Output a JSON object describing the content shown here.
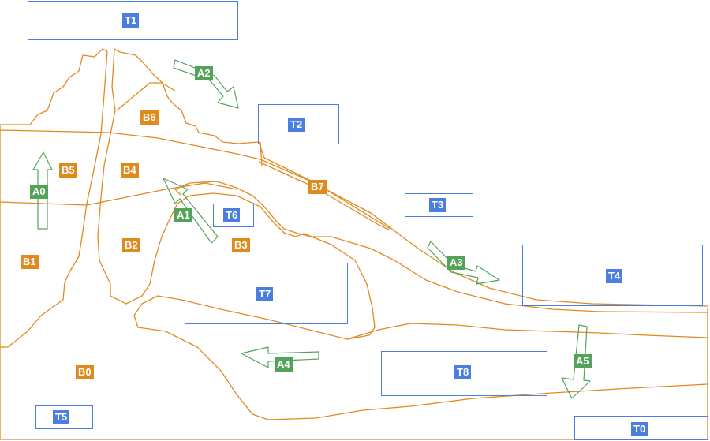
{
  "colors": {
    "region_line": "#e08a1e",
    "text_box": "#4a7fe0",
    "arrow": "#54a35b",
    "label_text": "#ffffff"
  },
  "text_labels": {
    "T0": "T0",
    "T1": "T1",
    "T2": "T2",
    "T3": "T3",
    "T4": "T4",
    "T5": "T5",
    "T6": "T6",
    "T7": "T7",
    "T8": "T8"
  },
  "region_labels": {
    "B0": "B0",
    "B1": "B1",
    "B2": "B2",
    "B3": "B3",
    "B4": "B4",
    "B5": "B5",
    "B6": "B6",
    "B7": "B7"
  },
  "arrow_labels": {
    "A0": "A0",
    "A1": "A1",
    "A2": "A2",
    "A3": "A3",
    "A4": "A4",
    "A5": "A5"
  }
}
